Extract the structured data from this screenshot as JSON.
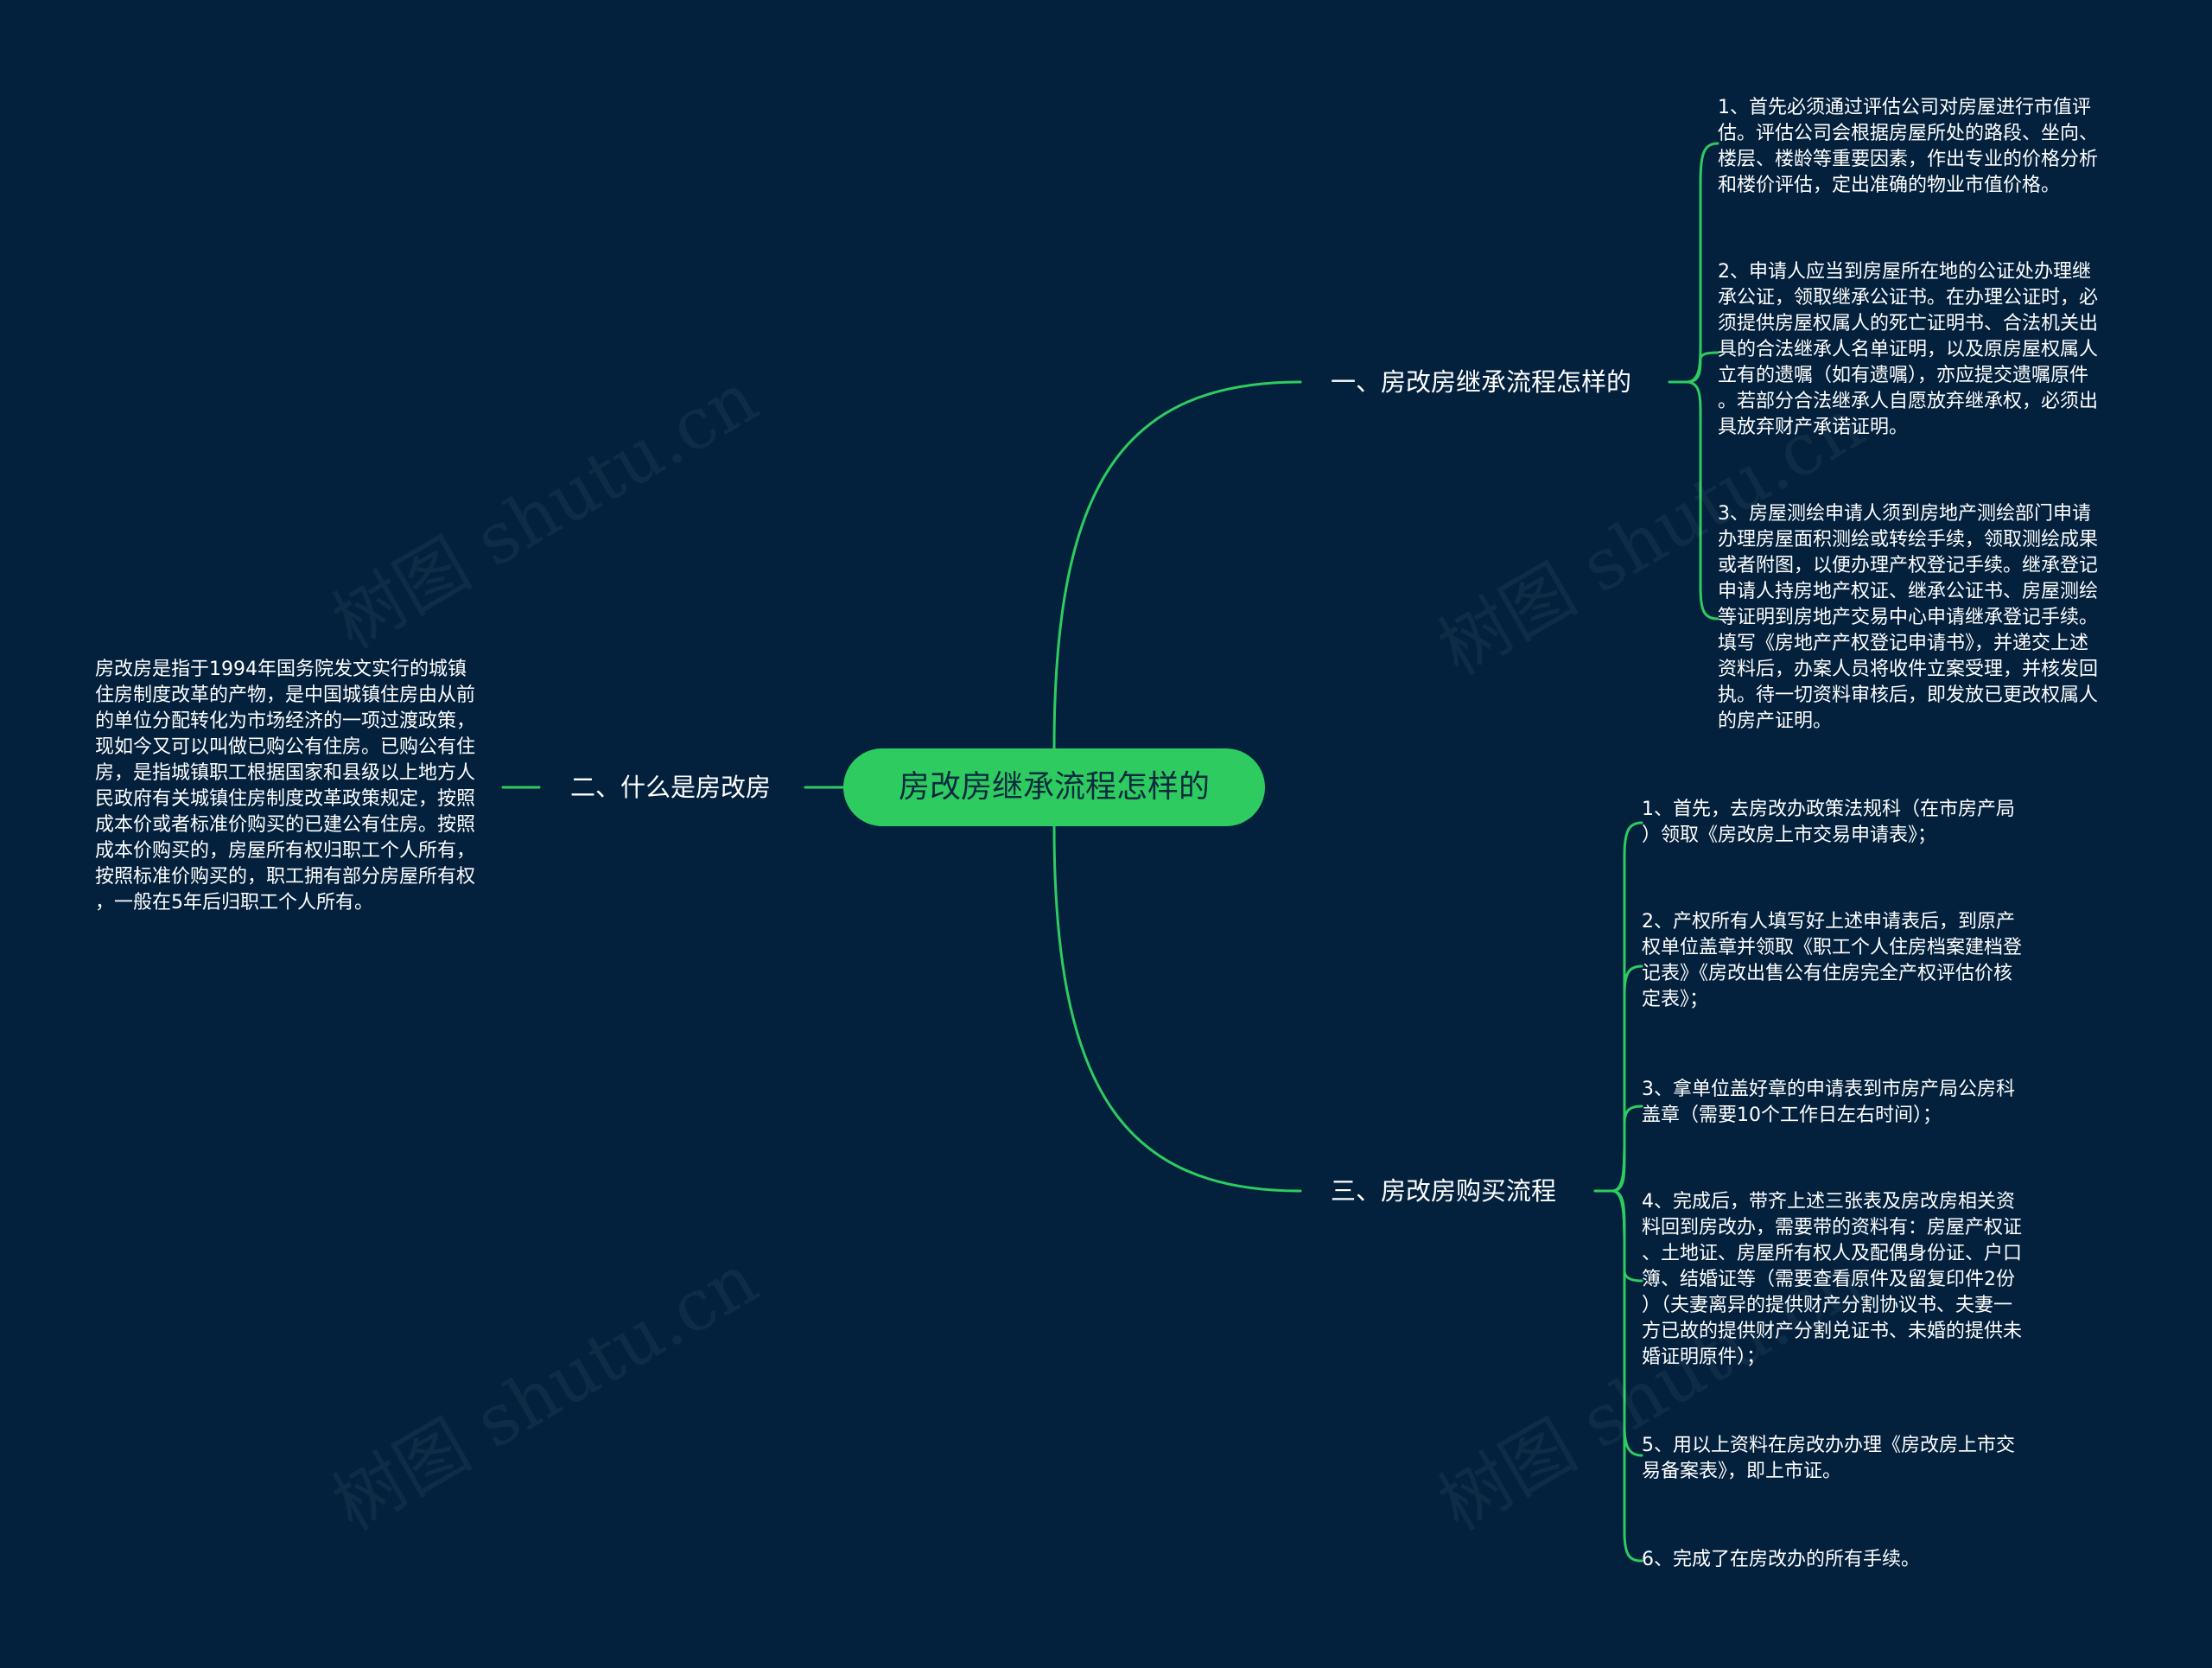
{
  "root": {
    "label": "房改房继承流程怎样的"
  },
  "watermark": "树图 shutu.cn",
  "colors": {
    "background": "#03213d",
    "line": "#2ecc60",
    "root_fill": "#2ecc60",
    "root_text": "#0b2a3e",
    "text": "#ffffff"
  },
  "branches": [
    {
      "label": "一、房改房继承流程怎样的",
      "children": [
        "1、首先必须通过评估公司对房屋进行市值评\n估。评估公司会根据房屋所处的路段、坐向、\n楼层、楼龄等重要因素，作出专业的价格分析\n和楼价评估，定出准确的物业市值价格。",
        "2、申请人应当到房屋所在地的公证处办理继\n承公证，领取继承公证书。在办理公证时，必\n须提供房屋权属人的死亡证明书、合法机关出\n具的合法继承人名单证明，以及原房屋权属人\n立有的遗嘱（如有遗嘱），亦应提交遗嘱原件\n。若部分合法继承人自愿放弃继承权，必须出\n具放弃财产承诺证明。",
        "3、房屋测绘申请人须到房地产测绘部门申请\n办理房屋面积测绘或转绘手续，领取测绘成果\n或者附图，以便办理产权登记手续。继承登记\n申请人持房地产权证、继承公证书、房屋测绘\n等证明到房地产交易中心申请继承登记手续。\n填写《房地产产权登记申请书》，并递交上述\n资料后，办案人员将收件立案受理，并核发回\n执。待一切资料审核后，即发放已更改权属人\n的房产证明。"
      ]
    },
    {
      "label": "二、什么是房改房",
      "children": [
        "房改房是指于1994年国务院发文实行的城镇\n住房制度改革的产物，是中国城镇住房由从前\n的单位分配转化为市场经济的一项过渡政策，\n现如今又可以叫做已购公有住房。已购公有住\n房，是指城镇职工根据国家和县级以上地方人\n民政府有关城镇住房制度改革政策规定，按照\n成本价或者标准价购买的已建公有住房。按照\n成本价购买的，房屋所有权归职工个人所有，\n按照标准价购买的，职工拥有部分房屋所有权\n，一般在5年后归职工个人所有。"
      ]
    },
    {
      "label": "三、房改房购买流程",
      "children": [
        "1、首先，去房改办政策法规科（在市房产局\n）领取《房改房上市交易申请表》；",
        "2、产权所有人填写好上述申请表后，到原产\n权单位盖章并领取《职工个人住房档案建档登\n记表》《房改出售公有住房完全产权评估价核\n定表》；",
        "3、拿单位盖好章的申请表到市房产局公房科\n盖章（需要10个工作日左右时间）；",
        "4、完成后，带齐上述三张表及房改房相关资\n料回到房改办，需要带的资料有：房屋产权证\n、土地证、房屋所有权人及配偶身份证、户口\n簿、结婚证等（需要查看原件及留复印件2份\n）（夫妻离异的提供财产分割协议书、夫妻一\n方已故的提供财产分割兑证书、未婚的提供未\n婚证明原件）；",
        "5、用以上资料在房改办办理《房改房上市交\n易备案表》，即上市证。",
        "6、完成了在房改办的所有手续。"
      ]
    }
  ]
}
